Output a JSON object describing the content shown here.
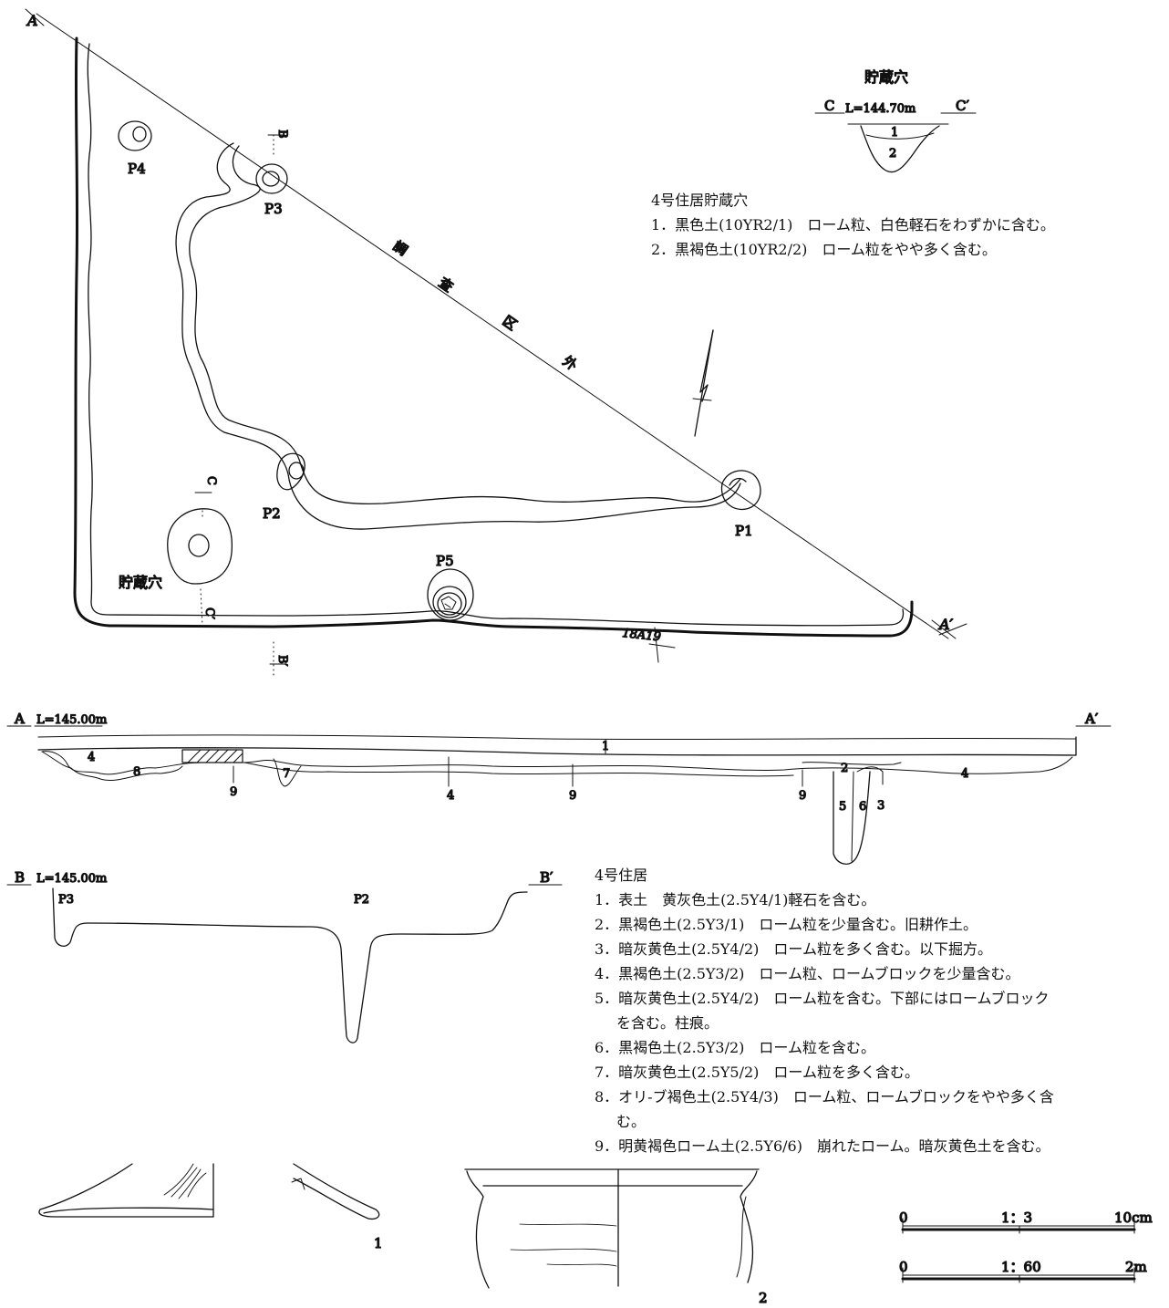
{
  "plan": {
    "labels": {
      "a": "A",
      "a_prime": "A′",
      "b": "B",
      "b_prime": "B′",
      "c": "C",
      "c_prime": "C′",
      "p1": "P1",
      "p2": "P2",
      "p3": "P3",
      "p4": "P4",
      "p5": "P5",
      "storage_pit": "貯蔵穴",
      "outside_area": [
        "調",
        "査",
        "区",
        "外"
      ],
      "grid": "18A19"
    }
  },
  "storage_pit_section": {
    "title": "貯蔵穴",
    "c": "C",
    "c_prime": "C′",
    "level": "L=144.70m",
    "layer_numbers": [
      "1",
      "2"
    ]
  },
  "storage_pit_legend": {
    "title": "4号住居貯蔵穴",
    "items": [
      "1．黒色土(10YR2/1)　ローム粒、白色軽石をわずかに含む。",
      "2．黒褐色土(10YR2/2)　ローム粒をやや多く含む。"
    ]
  },
  "section_a": {
    "a": "A",
    "a_prime": "A′",
    "level": "L=145.00m",
    "layer_numbers": [
      "1",
      "2",
      "3",
      "4",
      "4",
      "4",
      "5",
      "6",
      "7",
      "8",
      "9",
      "9",
      "9"
    ]
  },
  "section_b": {
    "b": "B",
    "b_prime": "B′",
    "level": "L=145.00m",
    "p3": "P3",
    "p2": "P2"
  },
  "house_legend": {
    "title": "4号住居",
    "items": [
      [
        "1．表土　黄灰色土(2.5Y4/1)軽石を含む。"
      ],
      [
        "2．黒褐色土(2.5Y3/1)　ローム粒を少量含む。旧耕作土。"
      ],
      [
        "3．暗灰黄色土(2.5Y4/2)　ローム粒を多く含む。以下掘方。"
      ],
      [
        "4．黒褐色土(2.5Y3/2)　ローム粒、ロームブロックを少量含む。"
      ],
      [
        "5．暗灰黄色土(2.5Y4/2)　ローム粒を含む。下部にはロームブロック",
        "を含む。柱痕。"
      ],
      [
        "6．黒褐色土(2.5Y3/2)　ローム粒を含む。"
      ],
      [
        "7．暗灰黄色土(2.5Y5/2)　ローム粒を多く含む。"
      ],
      [
        "8．オリ-ブ褐色土(2.5Y4/3)　ローム粒、ロームブロックをやや多く含",
        "む。"
      ],
      [
        "9．明黄褐色ローム土(2.5Y6/6)　崩れたローム。暗灰黄色土を含む。"
      ]
    ]
  },
  "artifacts": {
    "numbers": [
      "1",
      "2"
    ]
  },
  "scales": {
    "s1": {
      "zero": "0",
      "ratio": "1：3",
      "end": "10cm"
    },
    "s2": {
      "zero": "0",
      "ratio": "1：60",
      "end": "2m"
    }
  }
}
